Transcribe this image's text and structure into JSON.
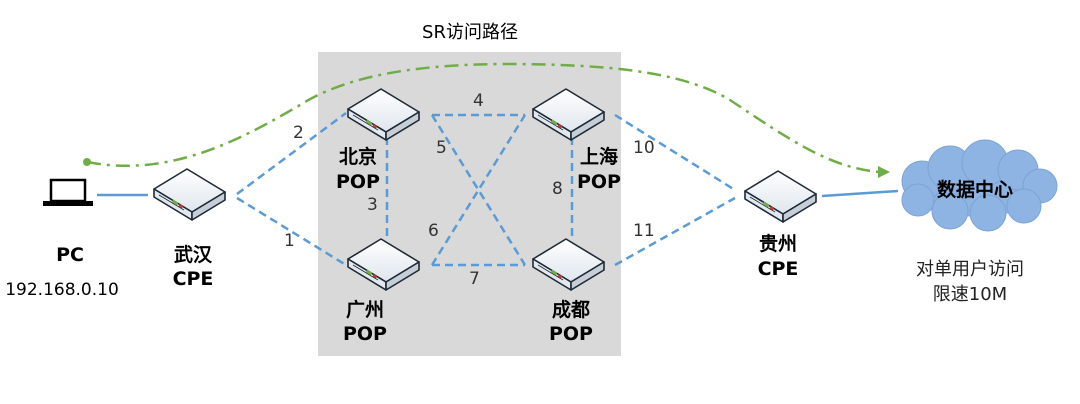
{
  "title": "SR访问路径",
  "pc": {
    "name": "PC",
    "ip": "192.168.0.10"
  },
  "nodes": {
    "wuhan": {
      "line1": "武汉",
      "line2": "CPE"
    },
    "beijing": {
      "line1": "北京",
      "line2": "POP"
    },
    "guangzhou": {
      "line1": "广州",
      "line2": "POP"
    },
    "shanghai": {
      "line1": "上海",
      "line2": "POP"
    },
    "chengdu": {
      "line1": "成都",
      "line2": "POP"
    },
    "guizhou": {
      "line1": "贵州",
      "line2": "CPE"
    }
  },
  "datacenter": {
    "label": "数据中心"
  },
  "links": {
    "l1": "1",
    "l2": "2",
    "l3": "3",
    "l4": "4",
    "l5": "5",
    "l6": "6",
    "l7": "7",
    "l8": "8",
    "l10": "10",
    "l11": "11"
  },
  "note": {
    "line1": "对单用户访问",
    "line2": "限速10M"
  },
  "colors": {
    "pop_area": "#d9d9d9",
    "link": "#5b9bd5",
    "sr_path": "#70ad47",
    "cloud": "#8eb4e3",
    "router_accent": "#70ad47"
  }
}
